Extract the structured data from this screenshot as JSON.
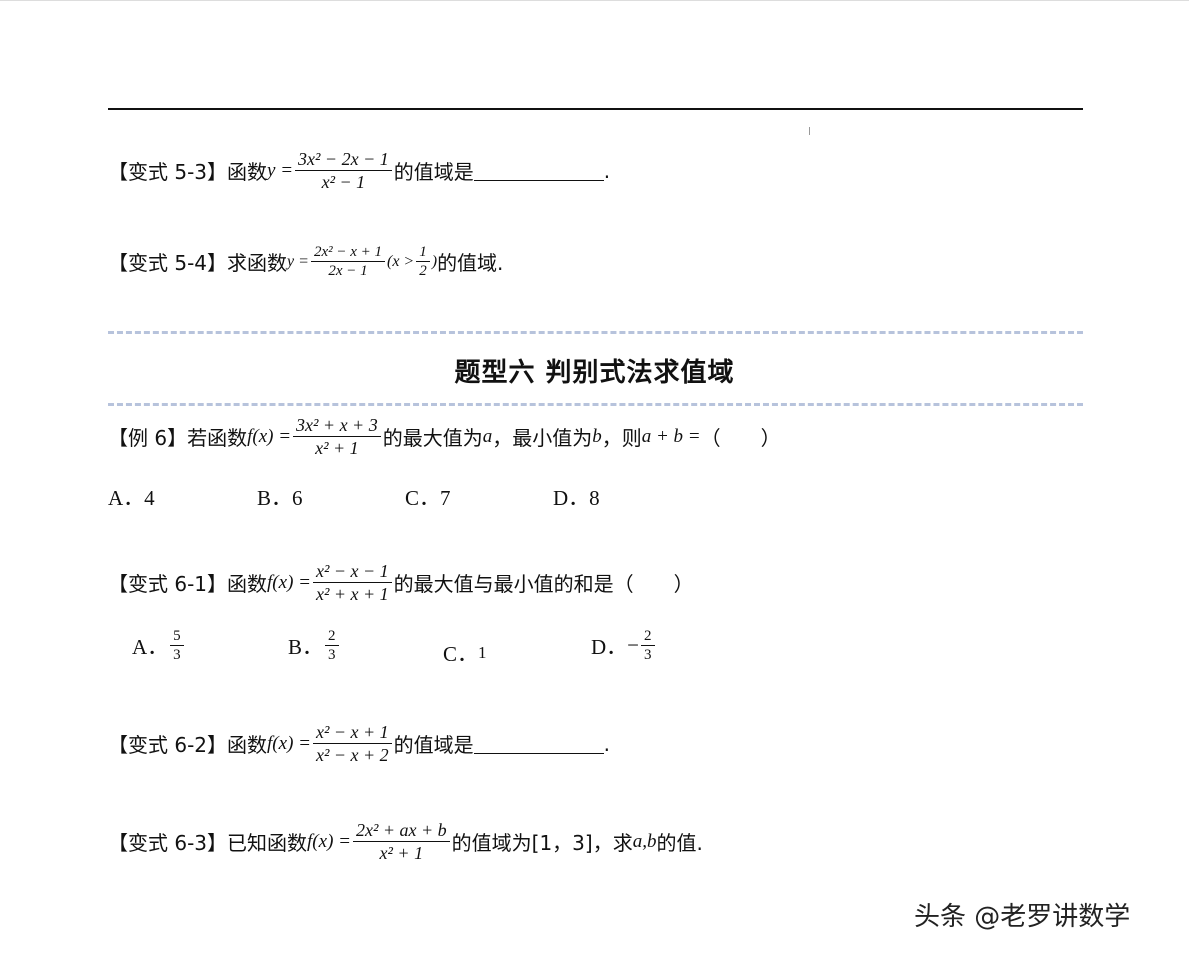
{
  "problems": {
    "v53": {
      "label": "【变式 5-3】",
      "pre": "函数",
      "lhs": "y =",
      "num": "3x² − 2x − 1",
      "den": "x² − 1",
      "post": "的值域是",
      "end": "."
    },
    "v54": {
      "label": "【变式 5-4】",
      "pre": "求函数",
      "lhs": "y =",
      "num": "2x² − x + 1",
      "den": "2x − 1",
      "cond_pre": "(x >",
      "cond_num": "1",
      "cond_den": "2",
      "cond_post": ")",
      "post": "的值域."
    },
    "heading": "题型六  判别式法求值域",
    "ex6": {
      "label": "【例 6】",
      "pre": "若函数",
      "lhs": "f(x) =",
      "num": "3x² + x + 3",
      "den": "x² + 1",
      "mid1": "的最大值为",
      "a": "a",
      "mid2": "，最小值为",
      "b": "b",
      "mid3": "，则",
      "expr": "a + b =",
      "paren": "（　　）",
      "options": [
        "A．4",
        "B．6",
        "C．7",
        "D．8"
      ]
    },
    "v61": {
      "label": "【变式 6-1】",
      "pre": "函数",
      "lhs": "f(x) =",
      "num": "x² − x − 1",
      "den": "x² + x + 1",
      "post": "的最大值与最小值的和是（　　）",
      "options": [
        {
          "letter": "A．",
          "num": "5",
          "den": "3"
        },
        {
          "letter": "B．",
          "num": "2",
          "den": "3"
        },
        {
          "letter": "C．",
          "value": "1"
        },
        {
          "letter": "D．",
          "sign": "−",
          "num": "2",
          "den": "3"
        }
      ]
    },
    "v62": {
      "label": "【变式 6-2】",
      "pre": "函数",
      "lhs": "f(x) =",
      "num": "x² − x + 1",
      "den": "x² − x + 2",
      "post": "的值域是",
      "end": "."
    },
    "v63": {
      "label": "【变式 6-3】",
      "pre": "已知函数",
      "lhs": "f(x) =",
      "num": "2x² + ax + b",
      "den": "x² + 1",
      "post": "的值域为[1，3]，求",
      "vars": "a,b",
      "end": "的值."
    }
  },
  "watermark": "头条 @老罗讲数学"
}
